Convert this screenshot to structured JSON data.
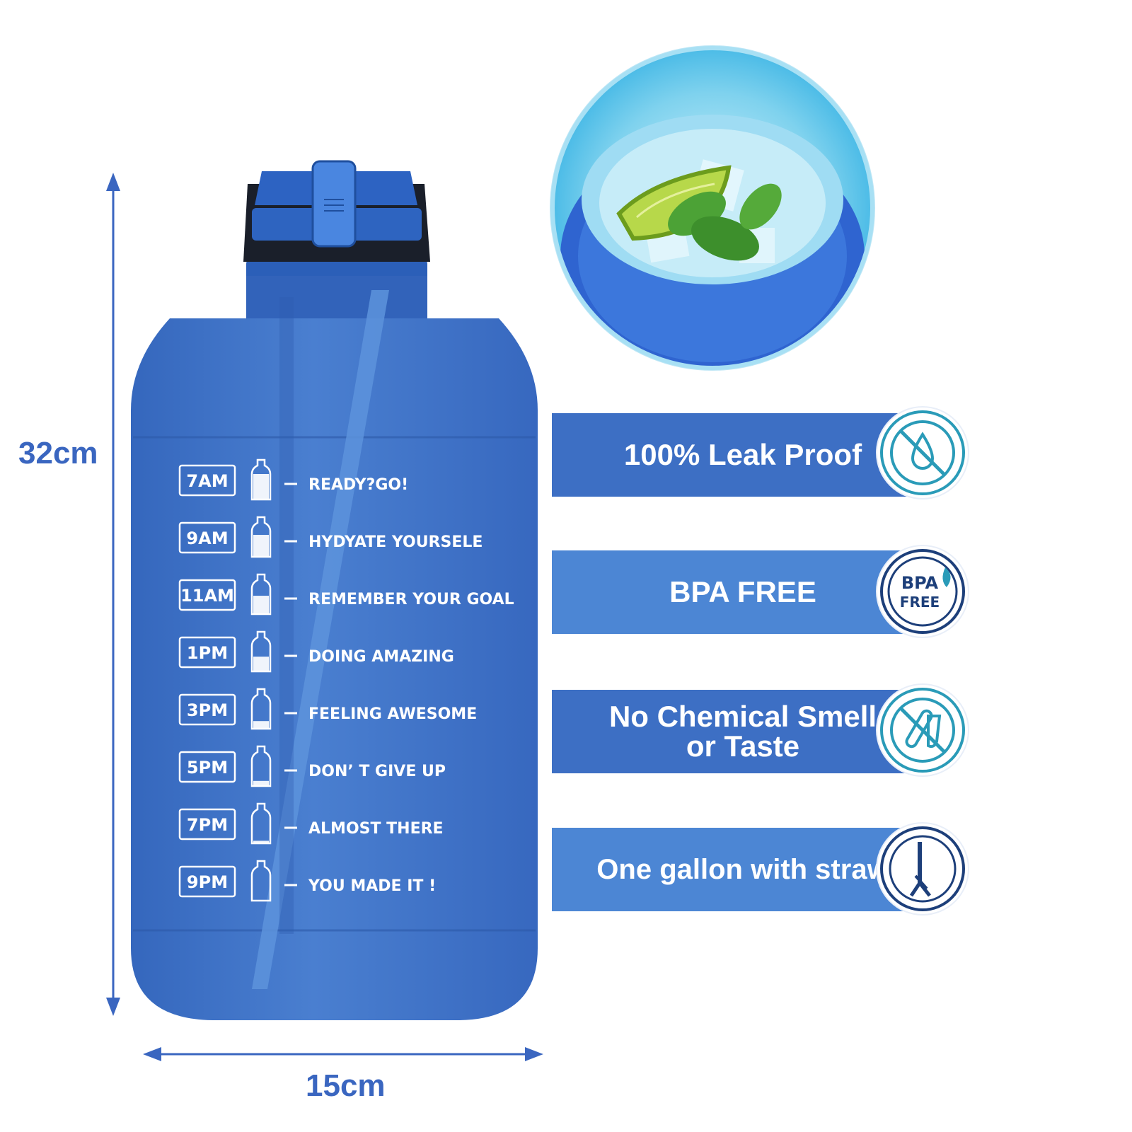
{
  "dimensions": {
    "height": "32cm",
    "width": "15cm"
  },
  "schedule": [
    {
      "time": "7AM",
      "message": "READY?GO!",
      "fill": 1.0
    },
    {
      "time": "9AM",
      "message": "HYDYATE YOURSELE",
      "fill": 0.86
    },
    {
      "time": "11AM",
      "message": "REMEMBER YOUR GOAL",
      "fill": 0.72
    },
    {
      "time": "1PM",
      "message": "DOING AMAZING",
      "fill": 0.58
    },
    {
      "time": "3PM",
      "message": "FEELING AWESOME",
      "fill": 0.3
    },
    {
      "time": "5PM",
      "message": "DON’ T GIVE  UP",
      "fill": 0.2
    },
    {
      "time": "7PM",
      "message": "ALMOST THERE",
      "fill": 0.1
    },
    {
      "time": "9PM",
      "message": "YOU MADE IT !",
      "fill": 0.0
    }
  ],
  "features": [
    {
      "lines": [
        "100% Leak Proof"
      ],
      "icon": "no-leak-icon",
      "color": "#3d6fc4"
    },
    {
      "lines": [
        "BPA FREE"
      ],
      "icon": "bpa-free-icon",
      "color": "#4c86d4",
      "badge_text": [
        "BPA",
        "FREE"
      ]
    },
    {
      "lines": [
        "No Chemical Smell",
        "or Taste"
      ],
      "icon": "no-chemical-icon",
      "color": "#3d6fc4"
    },
    {
      "lines": [
        "One gallon with straw"
      ],
      "icon": "straw-icon",
      "color": "#4c86d4"
    }
  ],
  "colors": {
    "bottle": "#3e72c8",
    "accent": "#3a66c0",
    "icon_teal": "#2a9bb8",
    "icon_navy": "#1d3f7a"
  }
}
